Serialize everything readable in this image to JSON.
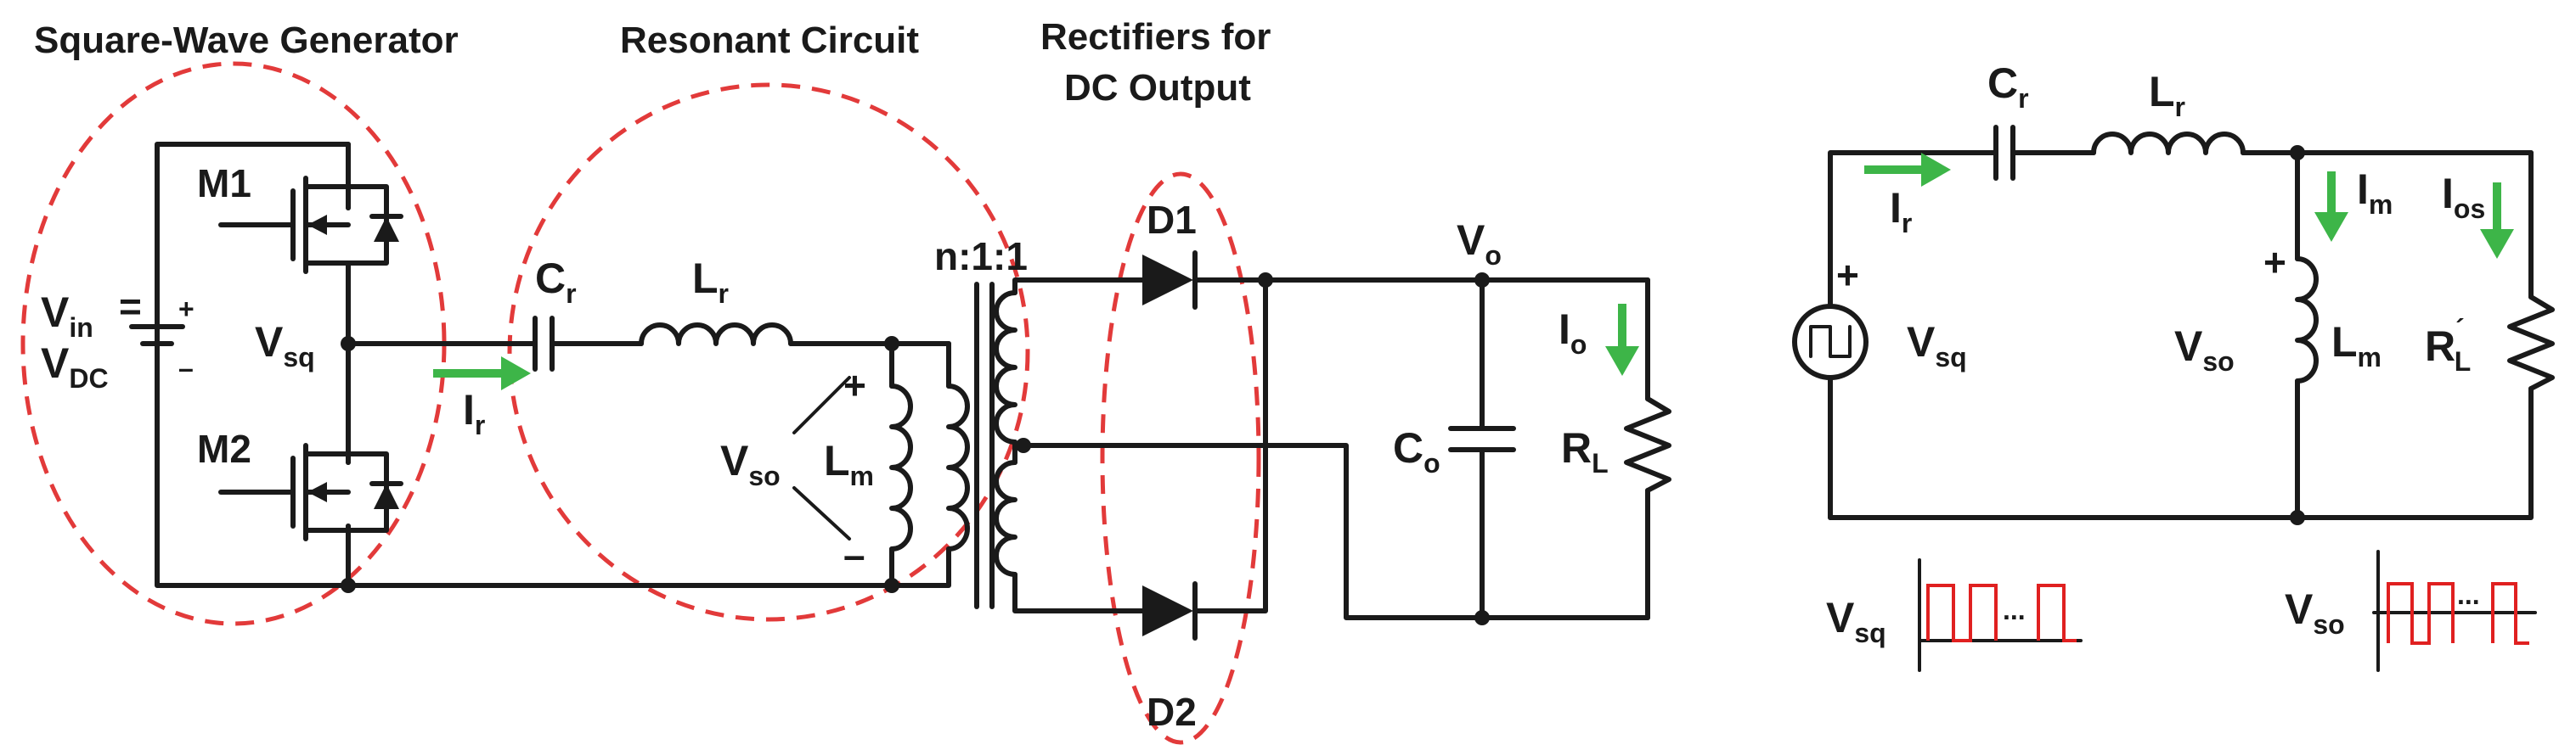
{
  "sections": {
    "generator": "Square-Wave Generator",
    "resonant": "Resonant Circuit",
    "rectifier_line1": "Rectifiers for",
    "rectifier_line2": "DC Output"
  },
  "labels": {
    "M1": "M1",
    "M2": "M2",
    "Vin_main": "V",
    "Vin_sub": "in",
    "VDC_main": "V",
    "VDC_sub": "DC",
    "Vsq_main": "V",
    "Vsq_sub": "sq",
    "Ir_main": "I",
    "Ir_sub": "r",
    "Cr_main": "C",
    "Cr_sub": "r",
    "Lr_main": "L",
    "Lr_sub": "r",
    "Vso_main": "V",
    "Vso_sub": "so",
    "Lm_main": "L",
    "Lm_sub": "m",
    "ratio": "n:1:1",
    "D1": "D1",
    "D2": "D2",
    "Vo_main": "V",
    "Vo_sub": "o",
    "Io_main": "I",
    "Io_sub": "o",
    "Co_main": "C",
    "Co_sub": "o",
    "RL_main": "R",
    "RL_sub": "L",
    "plus": "+",
    "minus": "–",
    "Im_main": "I",
    "Im_sub": "m",
    "Ios_main": "I",
    "Ios_sub": "os",
    "RLp_main": "R",
    "RLp_sub": "L",
    "RLp_prime": "´",
    "ellipsis": "..."
  },
  "colors": {
    "wire": "#1a1a1a",
    "highlight_ellipse": "#e23a3a",
    "current_arrow": "#3db548",
    "waveform": "#e02020"
  }
}
